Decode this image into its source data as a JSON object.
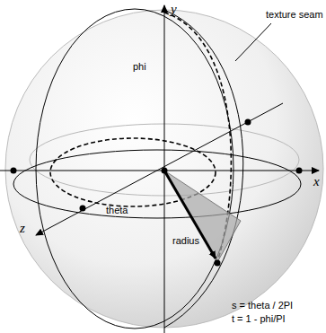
{
  "diagram": {
    "labels": [
      "y",
      "x",
      "z",
      "texture seam",
      "phi",
      "theta",
      "radius",
      "s = theta / 2PI",
      "t = 1 - phi/PI"
    ]
  }
}
